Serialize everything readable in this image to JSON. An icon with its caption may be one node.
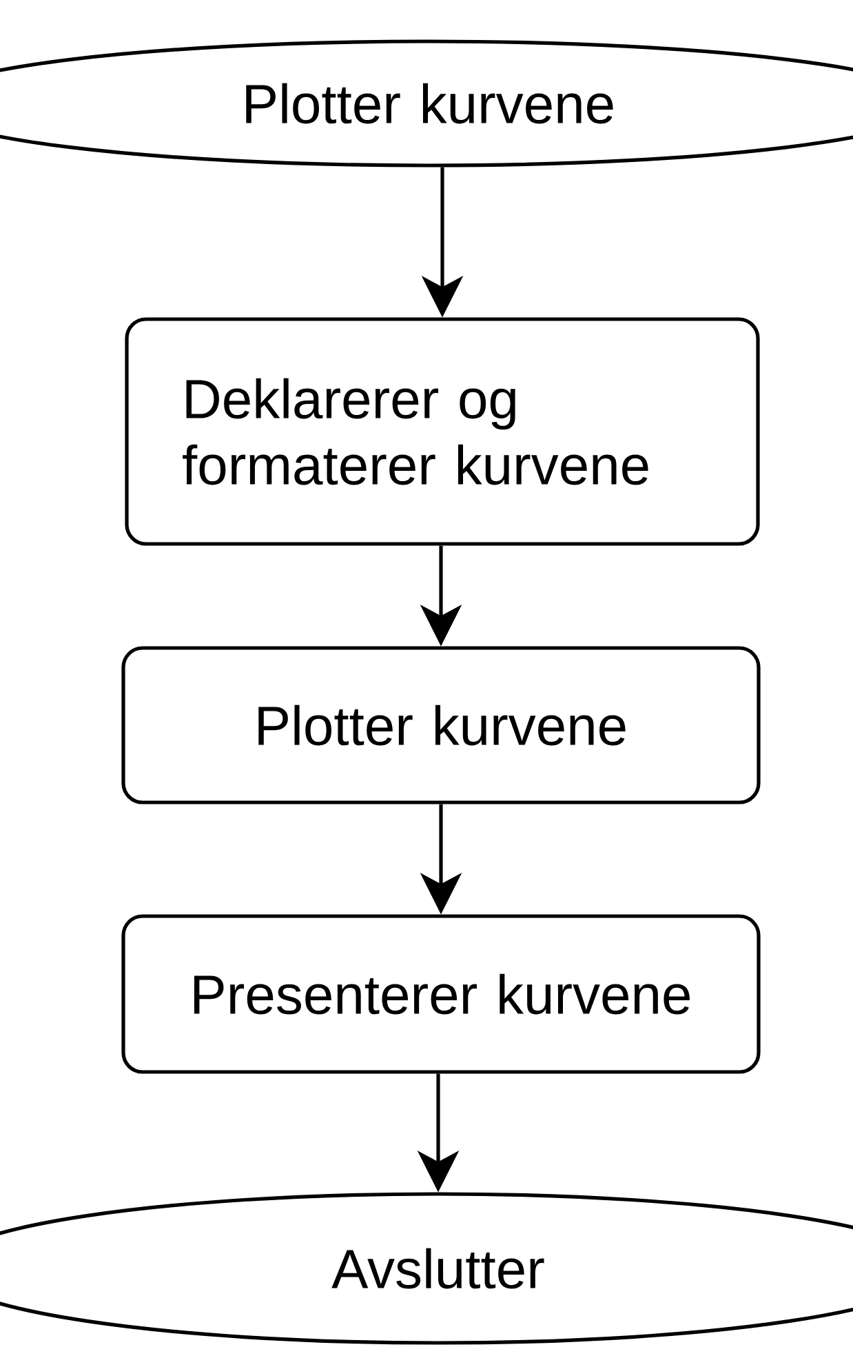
{
  "diagram": {
    "nodes": [
      {
        "text": [
          "Plotter kurvene"
        ]
      },
      {
        "text": [
          "Deklarerer og formaterer kurvene"
        ]
      },
      {
        "text": [
          "Plotter kurvene"
        ]
      },
      {
        "text": [
          "Presenterer kurvene"
        ]
      },
      {
        "text": [
          "Avslutter"
        ]
      }
    ],
    "edges": [
      {
        "from": 0,
        "to": 1,
        "arrow": "to"
      },
      {
        "from": 1,
        "to": 2,
        "arrow": "to"
      },
      {
        "from": 2,
        "to": 3,
        "arrow": "to"
      },
      {
        "from": 3,
        "to": 4,
        "arrow": "to"
      }
    ]
  }
}
